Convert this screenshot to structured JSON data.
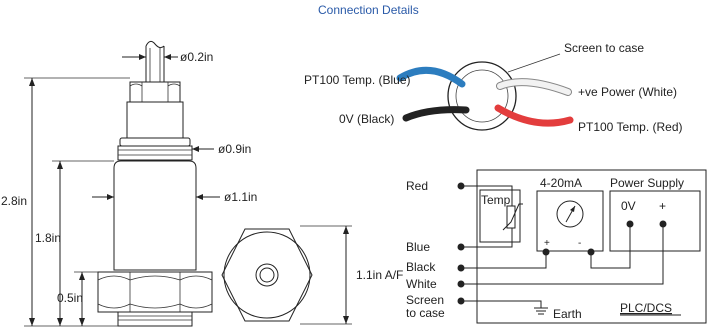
{
  "dimensions": {
    "cable_dia": "ø0.2in",
    "cap_dia": "ø0.9in",
    "body_dia": "ø1.1in",
    "overall_height": "2.8in",
    "body_height": "1.8in",
    "hex_height": "0.5in",
    "hex_af": "1.1in A/F"
  },
  "connection": {
    "title": "Connection Details",
    "screen": "Screen to case",
    "pt100_blue": "PT100 Temp. (Blue)",
    "power_white": "+ve Power (White)",
    "zero_v": "0V (Black)",
    "pt100_red": "PT100 Temp. (Red)"
  },
  "schematic": {
    "terminals": [
      "Red",
      "Blue",
      "Black",
      "White",
      "Screen",
      "to case"
    ],
    "temp_label": "Temp",
    "current_label": "4-20mA",
    "supply_label": "Power Supply",
    "zero_v": "0V",
    "plus": "+",
    "meter_plus": "+",
    "meter_minus": "-",
    "earth": "Earth",
    "plc": "PLC/DCS"
  },
  "colors": {
    "wire_blue": "#2c7dbf",
    "wire_red": "#e33d3d",
    "wire_black": "#222222",
    "wire_white": "#f2f2f2",
    "title_blue": "#2a5aa8"
  }
}
